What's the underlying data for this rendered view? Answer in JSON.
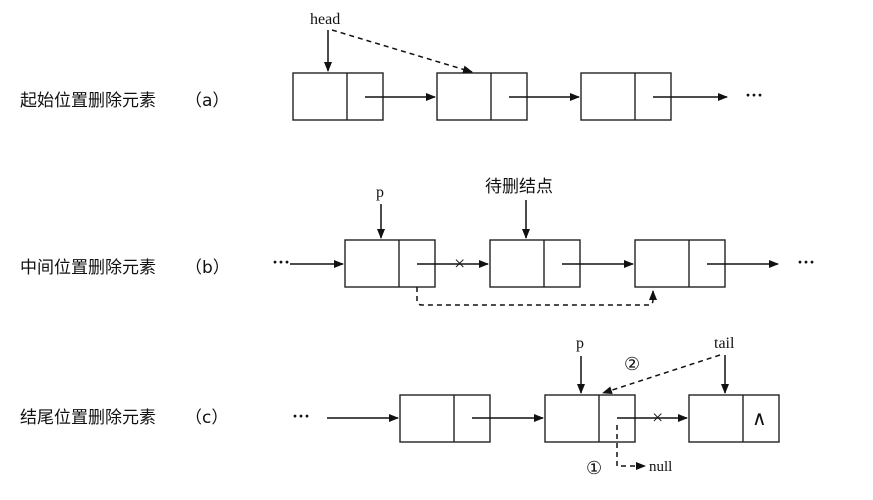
{
  "rows": {
    "a": {
      "title": "起始位置删除元素",
      "tag": "（a）"
    },
    "b": {
      "title": "中间位置删除元素",
      "tag": "（b）"
    },
    "c": {
      "title": "结尾位置删除元素",
      "tag": "（c）"
    }
  },
  "labels": {
    "head": "head",
    "p": "p",
    "to_delete": "待删结点",
    "tail": "tail",
    "null": "null",
    "step1": "①",
    "step2": "②",
    "ellipsis": "···",
    "null_mark": "∧",
    "cut_mark": "×"
  }
}
